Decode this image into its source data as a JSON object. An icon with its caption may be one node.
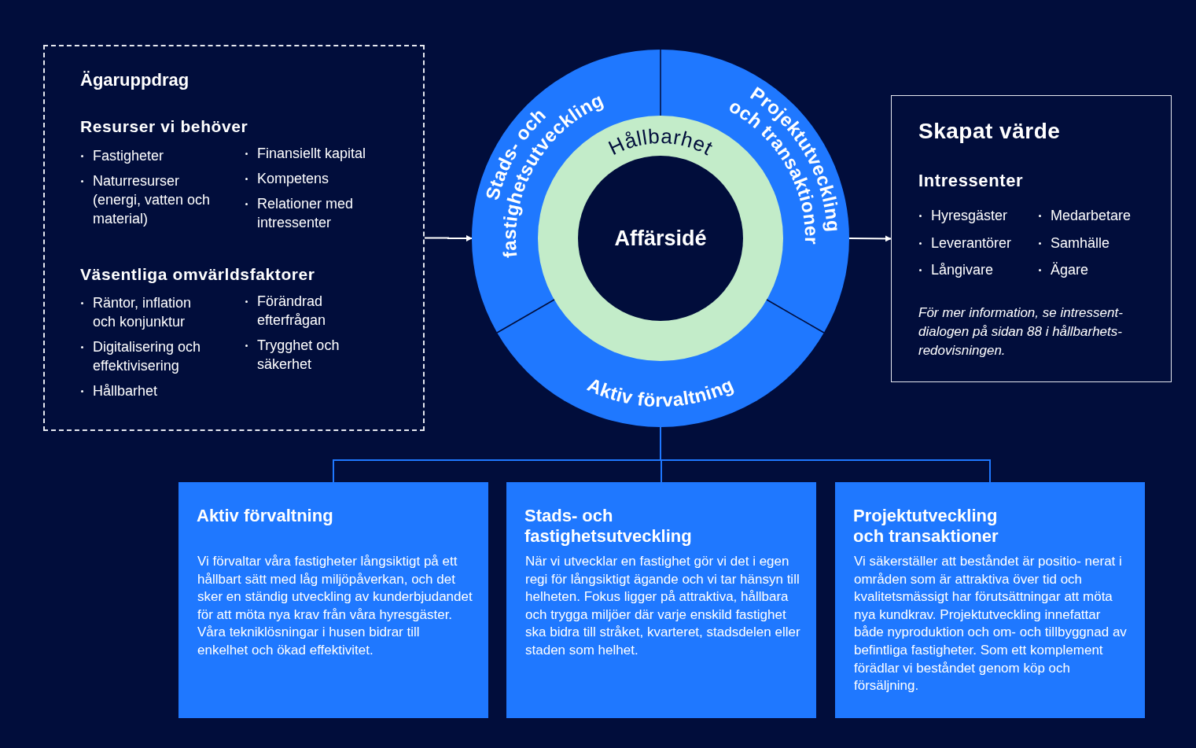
{
  "diagram": {
    "nodes": [
      {
        "text": [
          "Ägaruppdrag",
          "Resurser vi behöver",
          "Fastigheter",
          "Naturresurser (energi, vatten och material)",
          "Finansiellt kapital",
          "Kompetens",
          "Relationer med intressenter",
          "Väsentliga omvärldsfaktorer",
          "Räntor, inflation och konjunktur",
          "Digitalisering och effektivisering",
          "Hållbarhet",
          "Förändrad efterfrågan",
          "Trygghet och säkerhet"
        ]
      },
      {
        "text": [
          "Stads- och fastighetsutveckling"
        ]
      },
      {
        "text": [
          "Projektutveckling och transaktioner"
        ]
      },
      {
        "text": [
          "Aktiv förvaltning"
        ]
      },
      {
        "text": [
          "Hållbarhet"
        ]
      },
      {
        "text": [
          "Affärsidé"
        ],
        "in": 4
      },
      {
        "text": [
          "Skapat värde",
          "Intressenter",
          "Hyresgäster",
          "Leverantörer",
          "Långivare",
          "Medarbetare",
          "Samhälle",
          "Ägare",
          "För mer information, se intressent- dialogen på sidan 88 i hållbarhets- redovisningen."
        ]
      },
      {
        "text": [
          "Aktiv förvaltning",
          "Vi förvaltar våra fastigheter långsiktigt på ett hållbart sätt med låg miljöpåverkan, och det sker en ständig utveckling av kunderbjudandet för att möta nya krav från våra hyresgäster. Våra tekniklösningar i husen bidrar till enkelhet och ökad effektivitet."
        ]
      },
      {
        "text": [
          "Stads- och fastighetsutveckling",
          "När vi utvecklar en fastighet gör vi det i egen regi för långsiktigt ägande och vi tar hänsyn till helheten. Fokus ligger på attraktiva, hållbara och trygga miljöer där varje enskild fastighet ska bidra till stråket, kvarteret, stadsdelen eller staden som helhet."
        ]
      },
      {
        "text": [
          "Projektutveckling och transaktioner",
          "Vi säkerställer att beståndet är positio- nerat i områden som är attraktiva över tid och kvalitetsmässigt har förutsättningar att möta nya kundkrav. Projektutveckling innefattar både nyproduktion och om- och tillbyggnad av befintliga fastigheter. Som ett komplement förädlar vi beståndet genom köp och försäljning."
        ]
      }
    ],
    "edges": [
      {
        "from": 0,
        "to": 1,
        "arrow": "to",
        "color": "#ffffff"
      },
      {
        "from": 2,
        "to": 6,
        "arrow": "to",
        "color": "#ffffff"
      },
      {
        "from": 3,
        "to": 7,
        "arrow": "none"
      },
      {
        "from": 3,
        "to": 8,
        "arrow": "none"
      },
      {
        "from": 3,
        "to": 9,
        "arrow": "none"
      }
    ]
  }
}
